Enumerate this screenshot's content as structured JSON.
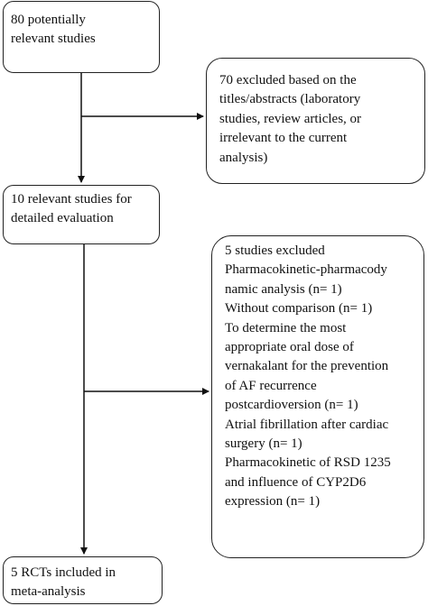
{
  "flowchart": {
    "box_identified": "80 potentially\nrelevant studies",
    "box_excluded_screening": "70 excluded based on the\ntitles/abstracts (laboratory\nstudies, review articles, or\nirrelevant to the current\nanalysis)",
    "box_full_text": "10 relevant studies for\ndetailed evaluation",
    "box_excluded_full_text": "5 studies excluded\nPharmacokinetic-pharmacody\nnamic analysis (n= 1)\nWithout comparison (n= 1)\nTo determine the most\nappropriate oral dose of\nvernakalant for the prevention\nof AF recurrence\npostcardioversion (n= 1)\nAtrial fibrillation after cardiac\nsurgery (n= 1)\nPharmacokinetic of RSD 1235\nand influence of CYP2D6\nexpression (n= 1)",
    "box_included": "5 RCTs included in\nmeta-analysis"
  }
}
